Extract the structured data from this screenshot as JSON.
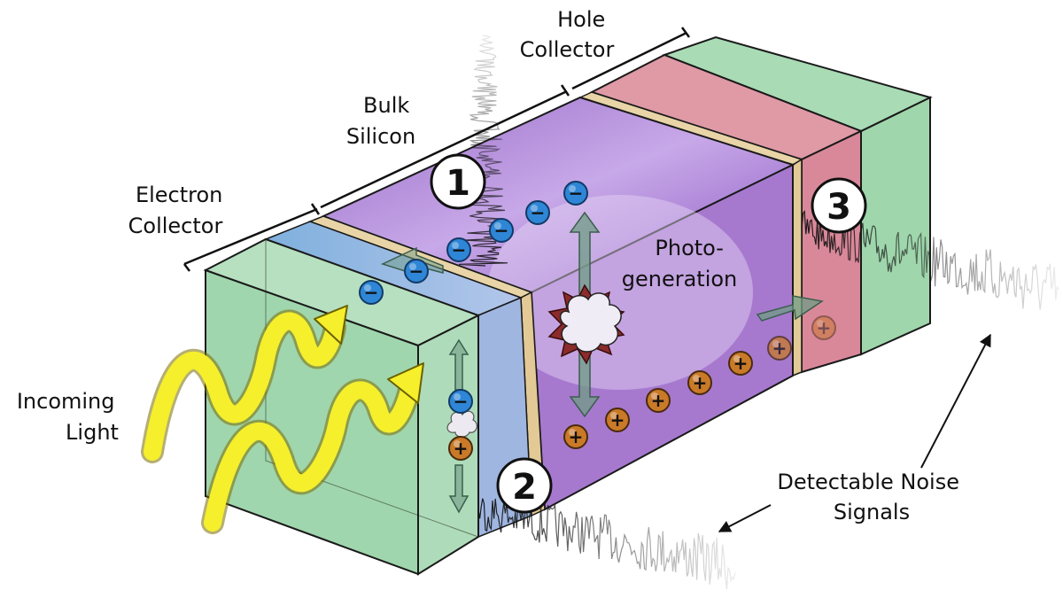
{
  "labels": {
    "hole_collector": [
      "Hole",
      "Collector"
    ],
    "bulk_silicon": [
      "Bulk",
      "Silicon"
    ],
    "electron_collector": [
      "Electron",
      "Collector"
    ],
    "incoming_light": [
      "Incoming",
      "Light"
    ],
    "photogeneration": [
      "Photo-",
      "generation"
    ],
    "noise_signals": [
      "Detectable Noise",
      "Signals"
    ]
  },
  "markers": [
    "1",
    "2",
    "3"
  ],
  "carrier_signs": {
    "electron": "−",
    "hole": "+"
  },
  "colors": {
    "collector_green": "#8fd0a0",
    "bulk_purple": "#a77fd0",
    "electron_blue": "#2f86d6",
    "hole_orange": "#c97a28",
    "hole_collector_red": "#d98c99",
    "light_yellow": "#f2ec2a",
    "junction_tan": "#e8d4a6"
  }
}
